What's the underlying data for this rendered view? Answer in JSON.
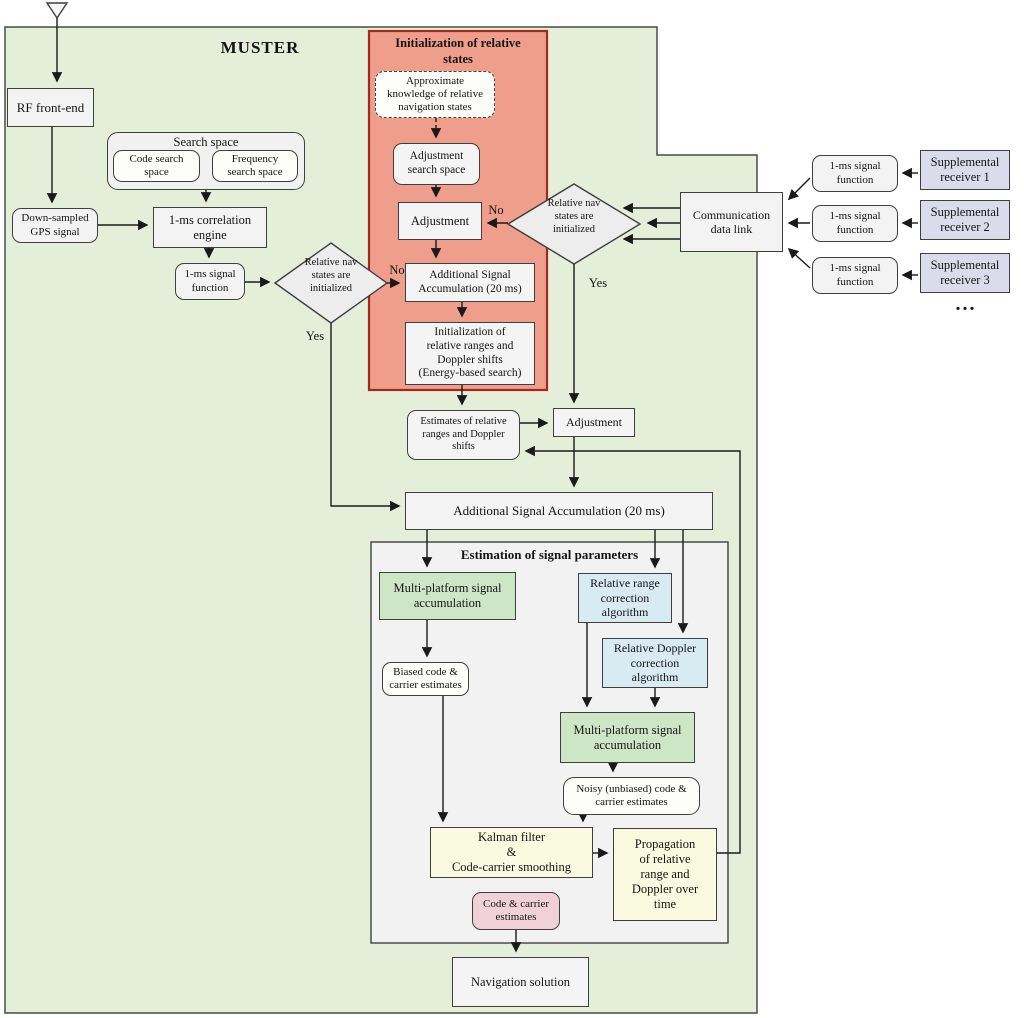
{
  "title": "MUSTER",
  "colors": {
    "background_green": "#e4eed9",
    "init_panel_fill": "#ef9e8c",
    "init_panel_border": "#a1291f",
    "estimation_panel_fill": "#f2f2f2",
    "receiver_fill": "#dbdbeb",
    "algorithm_blue": "#d8ebf3",
    "accumulation_green": "#cde7c6",
    "filter_cream": "#fafae1",
    "estimates_pink": "#f0d1d9"
  },
  "nodes": {
    "rf_front_end": "RF front-end",
    "search_space": "Search space",
    "code_search_space": "Code search\nspace",
    "frequency_search_space": "Frequency\nsearch space",
    "down_sampled": "Down-sampled\nGPS signal",
    "correlation_engine": "1-ms correlation\nengine",
    "signal_function_local": "1-ms signal\nfunction",
    "init_panel_title": "Initialization of relative\nstates",
    "approx_knowledge": "Approximate\nknowledge of relative\nnavigation states",
    "adjustment_search_space": "Adjustment\nsearch space",
    "adjustment_init": "Adjustment",
    "additional_accumulation_init": "Additional Signal\nAccumulation (20 ms)",
    "init_ranges_doppler": "Initialization of\nrelative ranges and\nDoppler shifts\n(Energy-based search)",
    "estimates_ranges_doppler": "Estimates of relative\nranges and Doppler\nshifts",
    "adjustment_main": "Adjustment",
    "additional_accumulation_main": "Additional Signal Accumulation (20 ms)",
    "params_panel_title": "Estimation of signal parameters",
    "multi_platform_1": "Multi-platform signal\naccumulation",
    "relative_range_correction": "Relative range\ncorrection\nalgorithm",
    "relative_doppler_correction": "Relative Doppler\ncorrection\nalgorithm",
    "biased_estimates": "Biased code &\ncarrier estimates",
    "multi_platform_2": "Multi-platform signal\naccumulation",
    "noisy_estimates": "Noisy (unbiased) code &\ncarrier estimates",
    "kalman_filter": "Kalman filter\n&\nCode-carrier smoothing",
    "propagation": "Propagation\nof relative\nrange and\nDoppler over\ntime",
    "code_carrier_estimates": "Code & carrier\nestimates",
    "navigation_solution": "Navigation solution",
    "communication_data_link": "Communication\ndata link",
    "signal_function_1": "1-ms signal\nfunction",
    "signal_function_2": "1-ms signal\nfunction",
    "signal_function_3": "1-ms signal\nfunction",
    "receiver_1": "Supplemental\nreceiver 1",
    "receiver_2": "Supplemental\nreceiver 2",
    "receiver_3": "Supplemental\nreceiver 3",
    "more_receivers": "..."
  },
  "decisions": {
    "local": {
      "text": "Relative nav\nstates are\ninitialized",
      "yes": "Yes",
      "no": "No"
    },
    "remote": {
      "text": "Relative nav\nstates are\ninitialized",
      "yes": "Yes",
      "no": "No"
    }
  }
}
